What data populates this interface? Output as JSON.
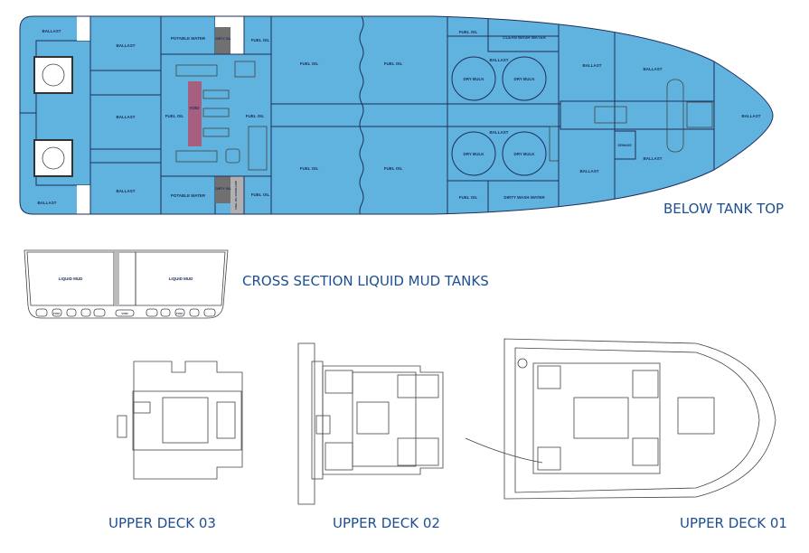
{
  "titles": {
    "below_tank_top": "BELOW TANK TOP",
    "cross_section": "CROSS SECTION LIQUID MUD TANKS",
    "upper_deck_03": "UPPER DECK 03",
    "upper_deck_02": "UPPER DECK 02",
    "upper_deck_01": "UPPER DECK 01"
  },
  "tanks": {
    "ballast": "BALLAST",
    "potable_water": "POTABLE WATER",
    "dirty_oil": "DIRTY OIL",
    "fuel_oil": "FUEL OIL",
    "fuel_oil_overflow": "FUEL OIL OVERFLOW",
    "void": "VOID",
    "dry_bulk": "DRY BULK",
    "clean_wash_water": "CLEAN WASH WATER",
    "dirty_wash_water": "DIRTY WASH WATER",
    "sewage": "SEWAGE",
    "liquid_mud": "LIQUID MUD",
    "fuel": "FUEL"
  },
  "colors": {
    "ballast": "#5fb3de",
    "potable_water": "#1f6fb2",
    "fuel_oil": "#fcdc4d",
    "dirty_oil": "#707070",
    "void": "#a75f7f",
    "dry_bulk": "#f08078",
    "wash_water": "#a097c8",
    "sewage": "#e07d1e",
    "liquid_mud": "#a66c35",
    "title": "#1d4f91"
  }
}
